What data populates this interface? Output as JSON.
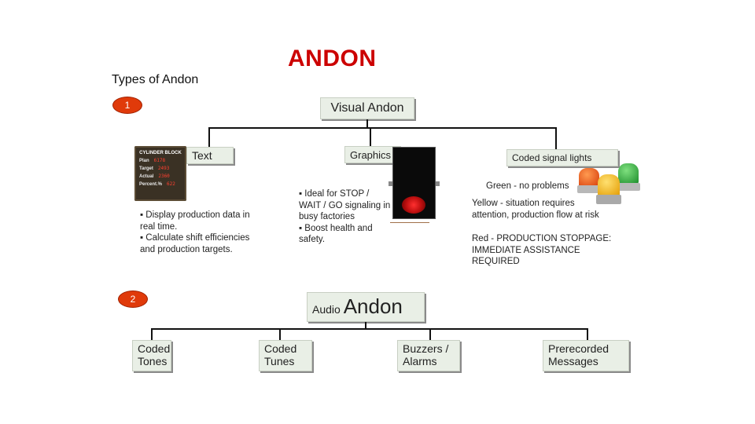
{
  "title": "ANDON",
  "subtitle": "Types of Andon",
  "markers": {
    "one": "1",
    "two": "2"
  },
  "visual": {
    "heading": "Visual Andon",
    "text_box": "Text",
    "graphics_box": "Graphics",
    "coded_box": "Coded signal lights",
    "board": {
      "header": "CYLINDER BLOCK",
      "rows": [
        {
          "label": "Plan",
          "value": "6178"
        },
        {
          "label": "Target",
          "value": "2493"
        },
        {
          "label": "Actual",
          "value": "2360"
        },
        {
          "label": "Percent.%",
          "value": "622"
        }
      ]
    },
    "text_bullets": [
      "Display production data in real time.",
      "Calculate shift efficiencies and production targets."
    ],
    "graphics_bullets": [
      "Ideal for STOP / WAIT / GO signaling in busy factories",
      "Boost health and safety."
    ],
    "signal_notes": [
      "Green - no problems",
      "Yellow - situation requires attention, production flow at risk",
      "Red - PRODUCTION STOPPAGE: IMMEDIATE ASSISTANCE REQUIRED"
    ]
  },
  "audio": {
    "heading_small": "Audio",
    "heading_large": "Andon",
    "items": [
      "Coded Tones",
      "Coded Tunes",
      "Buzzers / Alarms",
      "Prerecorded Messages"
    ]
  },
  "colors": {
    "title": "#cc0000",
    "marker": "#e03a0a",
    "box": "#e9efe6"
  },
  "icons": [
    "text-board-image",
    "traffic-light-image",
    "signal-beacons-image"
  ]
}
